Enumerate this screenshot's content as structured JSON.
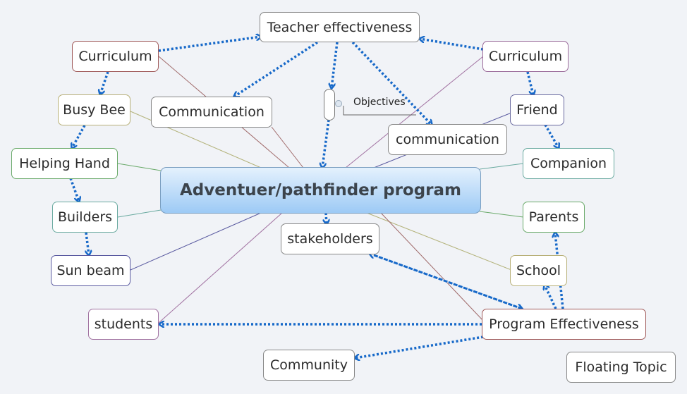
{
  "central": {
    "label": "Adventuer/pathfinder program"
  },
  "nodes": {
    "teacher_effectiveness": "Teacher effectiveness",
    "curriculum_left": "Curriculum",
    "curriculum_right": "Curriculum",
    "busy_bee": "Busy Bee",
    "communication_left": "Communication",
    "communication_right": "communication",
    "friend": "Friend",
    "helping_hand": "Helping Hand",
    "companion": "Companion",
    "builders": "Builders",
    "parents": "Parents",
    "stakeholders": "stakeholders",
    "sun_beam": "Sun beam",
    "school": "School",
    "students": "students",
    "program_effectiveness": "Program Effectiveness",
    "community": "Community",
    "floating_topic": "Floating Topic"
  },
  "summary": {
    "label": "Objectives"
  },
  "colors": {
    "arrow": "#1769c9",
    "background": "#f1f3f7"
  }
}
